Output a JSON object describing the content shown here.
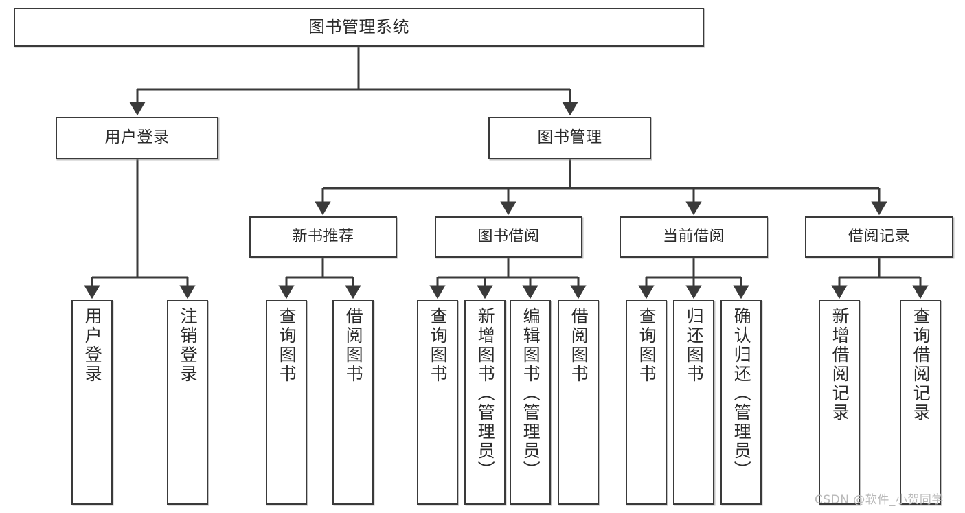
{
  "diagram": {
    "title": "图书管理系统",
    "type": "tree-hierarchy",
    "colors": {
      "node_border": "#3a3a3a",
      "node_fill": "#ffffff",
      "edge": "#3a3a3a",
      "text": "#2b2b2b",
      "watermark": "#b9b9b9",
      "background": "#ffffff"
    },
    "watermark": "CSDN @软件_小贺同学",
    "nodes": {
      "root": {
        "label": "图书管理系统"
      },
      "level2": [
        {
          "label": "用户登录"
        },
        {
          "label": "图书管理"
        }
      ],
      "level3": [
        {
          "label": "新书推荐"
        },
        {
          "label": "图书借阅"
        },
        {
          "label": "当前借阅"
        },
        {
          "label": "借阅记录"
        }
      ],
      "leaves": {
        "user_login": [
          {
            "label": "用户登录"
          },
          {
            "label": "注销登录"
          }
        ],
        "new_book_recommend": [
          {
            "label": "查询图书"
          },
          {
            "label": "借阅图书"
          }
        ],
        "book_borrow": [
          {
            "label": "查询图书"
          },
          {
            "label": "新增图书（管理员）"
          },
          {
            "label": "编辑图书（管理员）"
          },
          {
            "label": "借阅图书"
          }
        ],
        "current_borrow": [
          {
            "label": "查询图书"
          },
          {
            "label": "归还图书"
          },
          {
            "label": "确认归还（管理员）"
          }
        ],
        "borrow_record": [
          {
            "label": "新增借阅记录"
          },
          {
            "label": "查询借阅记录"
          }
        ]
      }
    }
  }
}
